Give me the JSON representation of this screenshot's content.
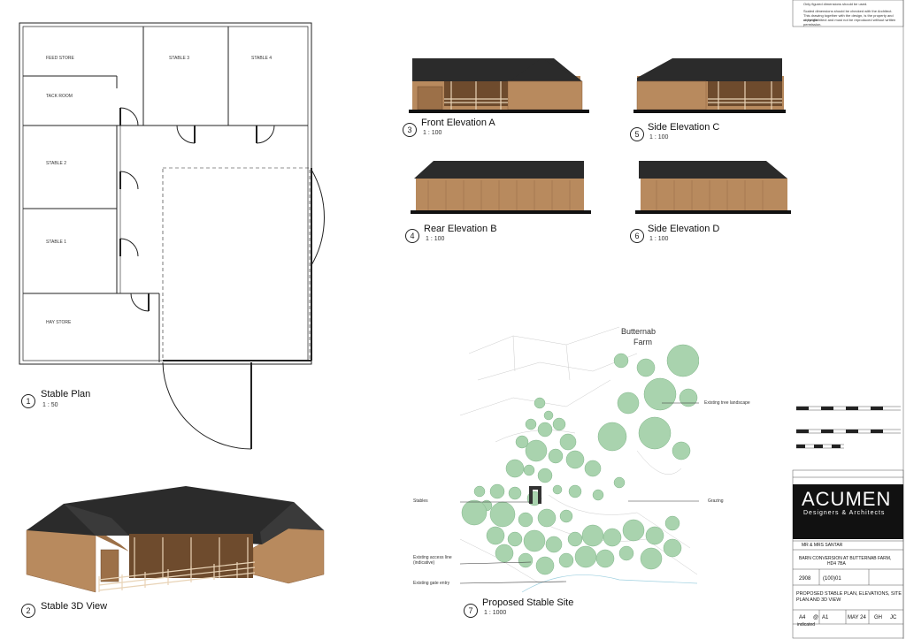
{
  "plan": {
    "rooms": {
      "feed_store": "FEED STORE",
      "tack_room": "TACK ROOM",
      "stable3": "STABLE 3",
      "stable4": "STABLE 4",
      "stable2": "STABLE 2",
      "stable1": "STABLE 1",
      "hay_store": "HAY STORE"
    },
    "title": "Stable Plan",
    "scale": "1 : 50",
    "number": "1"
  },
  "views": [
    {
      "number": "3",
      "title": "Front Elevation A",
      "scale": "1 : 100"
    },
    {
      "number": "5",
      "title": "Side Elevation C",
      "scale": "1 : 100"
    },
    {
      "number": "4",
      "title": "Rear Elevation B",
      "scale": "1 : 100"
    },
    {
      "number": "6",
      "title": "Side Elevation D",
      "scale": "1 : 100"
    },
    {
      "number": "2",
      "title": "Stable 3D View",
      "scale": ""
    },
    {
      "number": "7",
      "title": "Proposed Stable Site",
      "scale": "1 : 1000"
    }
  ],
  "site": {
    "farm_name": "Butternab\nFarm",
    "farm_line1": "Butternab",
    "farm_line2": "Farm",
    "callouts": {
      "trees": "Existing tree landscape",
      "stables": "Stables",
      "grazing": "Grazing",
      "access": "Existing access line\n(indicative)",
      "access1": "Existing access line",
      "access2": "(indicative)",
      "gate": "Existing gate entry"
    }
  },
  "notes": {
    "n1": "Only figured dimensions should be used.",
    "n2": "Scaled dimensions should be checked with the Architect.",
    "n3": "This drawing together with the design, is the property and copyright",
    "n4": "of the Architect and must not be reproduced without written",
    "n5": "permission."
  },
  "title_block": {
    "brand": "ACUMEN",
    "tagline": "Designers & Architects",
    "client": "MR & MRS SANTAR",
    "project_line1": "BARN CONVERSION AT BUTTERNAB FARM,",
    "project_line2": "HD4 7BA",
    "job_no": "2908",
    "drawing_no": "(100)01",
    "drawing_title_line1": "PROPOSED STABLE PLAN, ELEVATIONS, SITE",
    "drawing_title_line2": "PLAN AND 3D VIEW",
    "size": "A4",
    "scale": "A1",
    "date": "MAY 24",
    "drawn": "GH",
    "checked": "JC",
    "scale_prefix": "@",
    "indicated": "indicated"
  },
  "colors": {
    "timber": "#b88a5e",
    "timber_dark": "#8e6440",
    "roof": "#2b2b2b",
    "tree": "#a9d3ae",
    "tree_stroke": "#7fb488"
  }
}
